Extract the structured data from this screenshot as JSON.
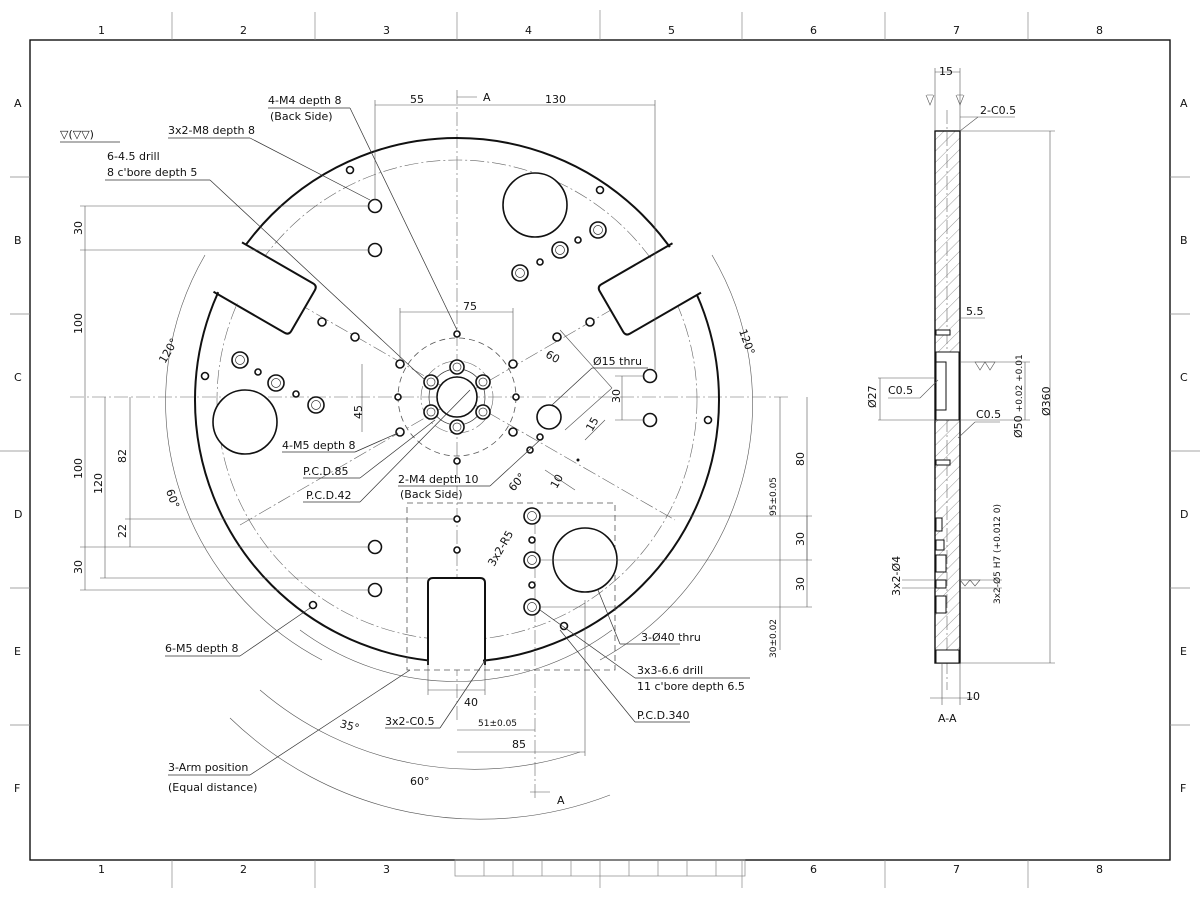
{
  "frame": {
    "columns": [
      "1",
      "2",
      "3",
      "4",
      "5",
      "6",
      "7",
      "8"
    ],
    "rows": [
      "A",
      "B",
      "C",
      "D",
      "E",
      "F"
    ]
  },
  "surface_symbol": "▽(▽▽)",
  "section": {
    "mark": "A",
    "view_label": "A-A"
  },
  "callouts": {
    "m4_back": "4-M4 depth 8",
    "m4_back2": "(Back Side)",
    "m8": "3x2-M8 depth 8",
    "drill45": "6-4.5 drill",
    "drill45b": "8 c'bore depth 5",
    "m5_4": "4-M5 depth 8",
    "pcd85": "P.C.D.85",
    "pcd42": "P.C.D.42",
    "m4_10": "2-M4 depth 10",
    "m4_10b": "(Back Side)",
    "d15": "Ø15 thru",
    "r5": "3x2-R5",
    "m5_6": "6-M5 depth 8",
    "d40": "3-Ø40 thru",
    "drill66": "3x3-6.6 drill",
    "drill66b": "11 c'bore depth 6.5",
    "pcd340": "P.C.D.340",
    "c05": "3x2-C0.5",
    "arm": "3-Arm position",
    "arm2": "(Equal distance)"
  },
  "dimensions": {
    "d55": "55",
    "d130": "130",
    "d75": "75",
    "d60": "60",
    "d45": "45",
    "d30a": "30",
    "d100a": "100",
    "d100b": "100",
    "d120": "120",
    "d82": "82",
    "d22": "22",
    "d30b": "30",
    "d30c": "30",
    "d30d": "30",
    "d30e": "30",
    "d80": "80",
    "d95": "95±0.05",
    "d30tol": "30±0.02",
    "d15": "15",
    "d10": "10",
    "d40": "40",
    "d51": "51±0.05",
    "d85": "85",
    "a120l": "120°",
    "a120r": "120°",
    "a60a": "60°",
    "a60b": "60°",
    "a35": "35°",
    "a60c": "60°"
  },
  "section_dims": {
    "w15": "15",
    "c2": "2-C0.5",
    "d55": "5.5",
    "c05a": "C0.5",
    "c05b": "C0.5",
    "d27": "Ø27",
    "d50": "Ø50",
    "d50tol": "+0.02 +0.01",
    "d360": "Ø360",
    "d4": "3x2-Ø4",
    "d5h7": "3x2-Ø5 H7 (+0.012 0)",
    "w10": "10"
  }
}
